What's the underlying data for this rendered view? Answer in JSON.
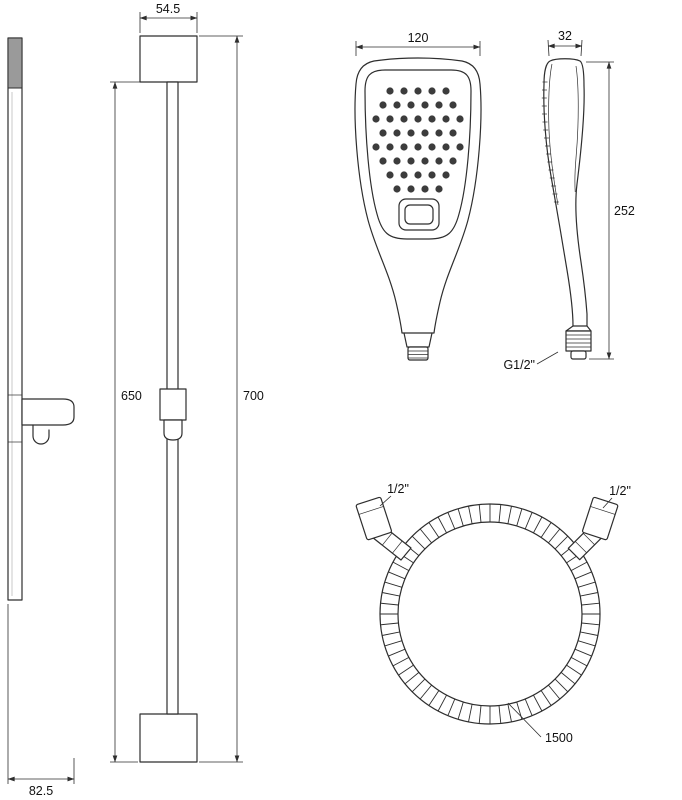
{
  "colors": {
    "line": "#2e2e2e",
    "background": "#ffffff"
  },
  "rail_front": {
    "width": "54.5",
    "bar_length": "650",
    "total_length": "700"
  },
  "rail_side": {
    "holder_depth": "82.5"
  },
  "hand_shower_front": {
    "width": "120"
  },
  "hand_shower_side": {
    "depth": "32",
    "length": "252",
    "thread": "G1/2\""
  },
  "hose": {
    "left_thread": "1/2\"",
    "right_thread": "1/2\"",
    "length": "1500"
  }
}
